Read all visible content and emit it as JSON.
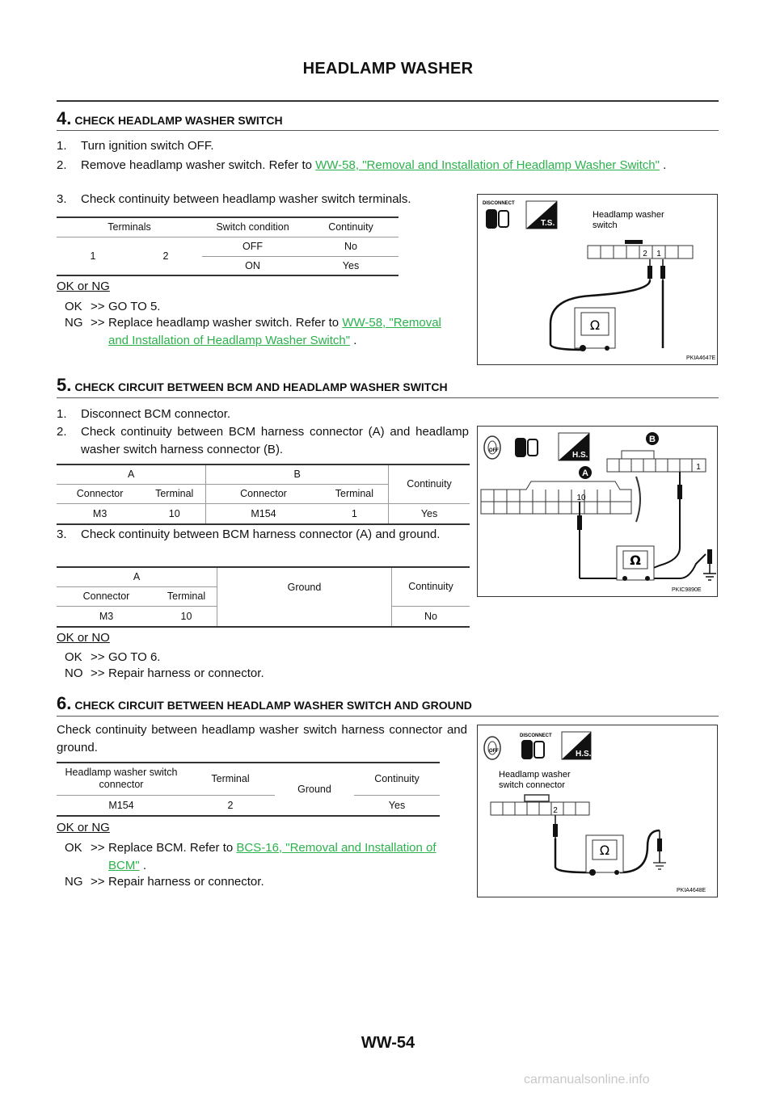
{
  "header": {
    "title": "HEADLAMP WASHER"
  },
  "s4": {
    "num": "4.",
    "title": "CHECK HEADLAMP WASHER SWITCH",
    "step1": "Turn ignition switch OFF.",
    "step2_pre": "Remove headlamp washer switch. Refer to",
    "step2_link": "WW-58, \"Removal and Installation of Headlamp Washer Switch\"",
    "step2_post": ".",
    "step3": "Check continuity between headlamp washer switch terminals.",
    "table": {
      "headers": [
        "Terminals",
        "Switch condition",
        "Continuity"
      ],
      "t1": "1",
      "t2": "2",
      "rows": [
        [
          "OFF",
          "No"
        ],
        [
          "ON",
          "Yes"
        ]
      ]
    },
    "okng": "OK or NG",
    "ok_key": "OK",
    "ok_text": "GO TO 5.",
    "ng_key": "NG",
    "ng_pre": "Replace headlamp washer switch. Refer to",
    "ng_link": "WW-58, \"Removal and Installation of Headlamp Washer Switch\"",
    "ng_post": ".",
    "figure": {
      "mode1": "DISCONNECT",
      "mode2": "T.S.",
      "label": "Headlamp washer switch",
      "pin2": "2",
      "pin1": "1",
      "code": "PKIA4647E"
    }
  },
  "s5": {
    "num": "5.",
    "title": "CHECK CIRCUIT BETWEEN BCM AND HEADLAMP WASHER SWITCH",
    "step1": "Disconnect BCM connector.",
    "step2": "Check continuity between BCM harness connector (A) and headlamp washer switch harness connector (B).",
    "table1": {
      "a": "A",
      "b": "B",
      "cont": "Continuity",
      "sub": [
        "Connector",
        "Terminal",
        "Connector",
        "Terminal"
      ],
      "row": [
        "M3",
        "10",
        "M154",
        "1",
        "Yes"
      ]
    },
    "step3": "Check continuity between BCM harness connector (A) and ground.",
    "table2": {
      "a": "A",
      "ground": "Ground",
      "cont": "Continuity",
      "sub": [
        "Connector",
        "Terminal"
      ],
      "row": [
        "M3",
        "10",
        "No"
      ]
    },
    "okng": "OK or NO",
    "ok_key": "OK",
    "ok_text": "GO TO 6.",
    "ng_key": "NO",
    "ng_text": "Repair harness or connector.",
    "figure": {
      "mode1": "OFF",
      "mode2": "H.S.",
      "conn_a": "A",
      "conn_b": "B",
      "pin10": "10",
      "pin1": "1",
      "code": "PKIC9890E"
    }
  },
  "s6": {
    "num": "6.",
    "title": "CHECK CIRCUIT BETWEEN HEADLAMP WASHER SWITCH AND GROUND",
    "intro": "Check continuity between headlamp washer switch harness connector and ground.",
    "table": {
      "h1": "Headlamp washer switch connector",
      "h2": "Terminal",
      "h3": "Ground",
      "h4": "Continuity",
      "row": [
        "M154",
        "2",
        "Yes"
      ]
    },
    "okng": "OK or NG",
    "ok_key": "OK",
    "ok_pre": "Replace BCM. Refer to",
    "ok_link": "BCS-16, \"Removal and Installation of BCM\"",
    "ok_post": ".",
    "ng_key": "NG",
    "ng_text": "Repair harness or connector.",
    "figure": {
      "mode0": "OFF",
      "mode1": "DISCONNECT",
      "mode2": "H.S.",
      "label": "Headlamp washer switch connector",
      "pin2": "2",
      "code": "PKIA4648E"
    }
  },
  "footer": {
    "page": "WW-54"
  },
  "watermark": "carmanualsonline.info"
}
